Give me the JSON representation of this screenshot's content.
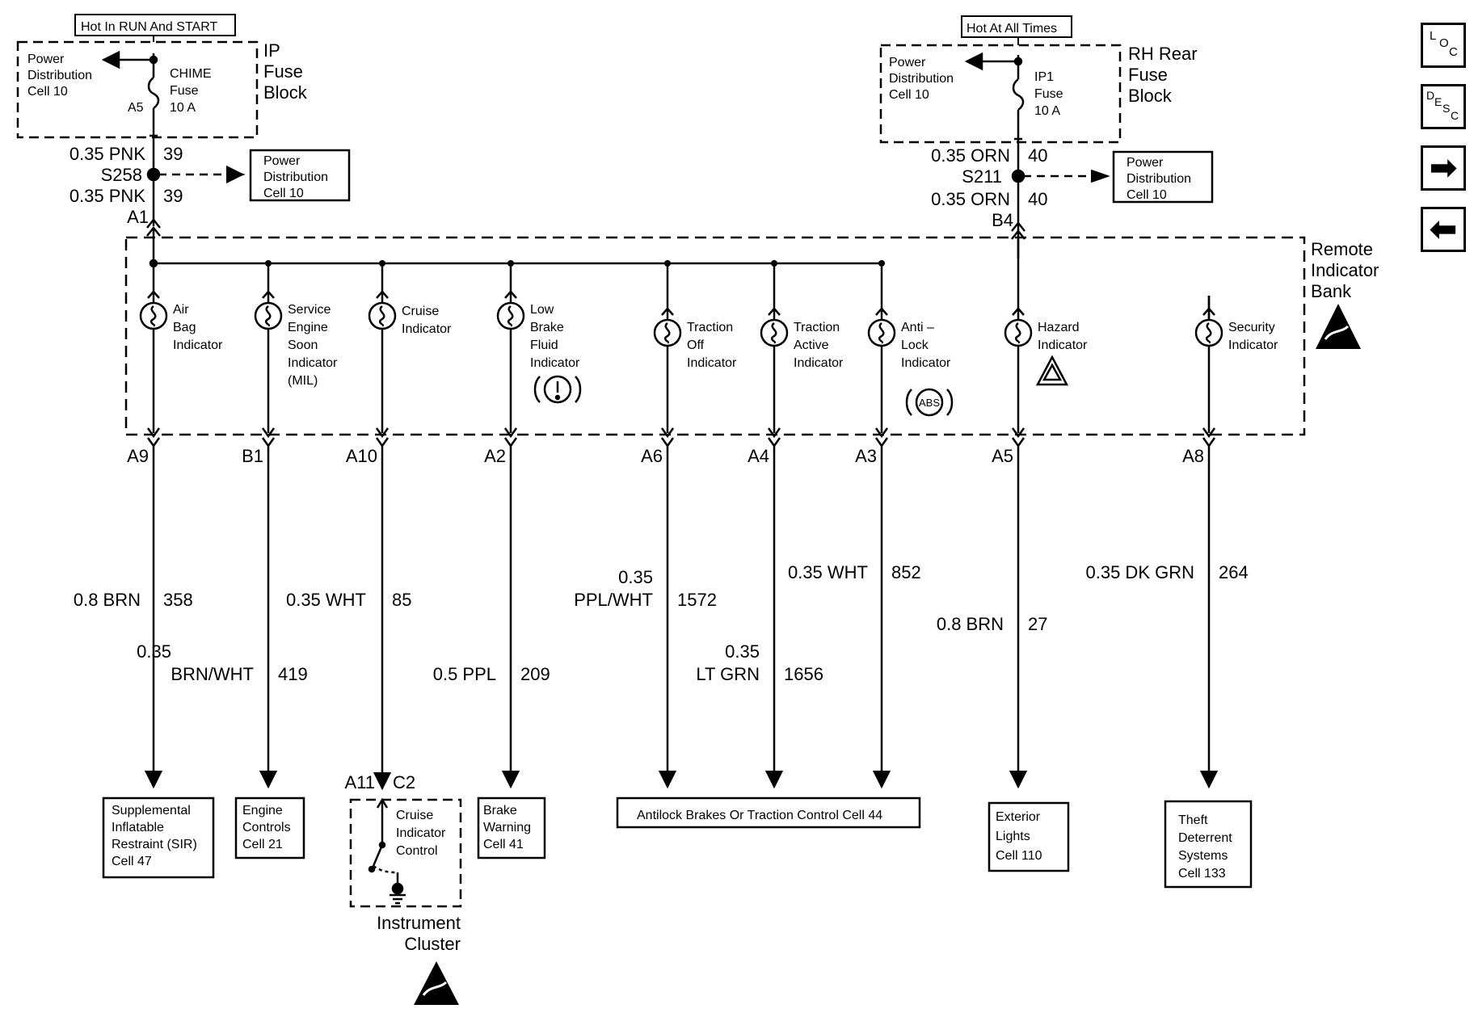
{
  "header_left": "Hot In RUN And START",
  "header_right": "Hot At All Times",
  "left_fuse_block": {
    "title_lines": [
      "IP",
      "Fuse",
      "Block"
    ],
    "pd_lines": [
      "Power",
      "Distribution",
      "Cell 10"
    ],
    "fuse_lines": [
      "CHIME",
      "Fuse",
      "10 A"
    ],
    "terminal": "A5"
  },
  "right_fuse_block": {
    "title_lines": [
      "RH Rear",
      "Fuse",
      "Block"
    ],
    "pd_lines": [
      "Power",
      "Distribution",
      "Cell 10"
    ],
    "fuse_lines": [
      "IP1",
      "Fuse",
      "10 A"
    ]
  },
  "left_feed": {
    "wire_top": "0.35 PNK",
    "circuit_top": "39",
    "splice": "S258",
    "wire_bottom": "0.35 PNK",
    "circuit_bottom": "39",
    "connector": "A1"
  },
  "right_feed": {
    "wire_top": "0.35 ORN",
    "circuit_top": "40",
    "splice": "S211",
    "wire_bottom": "0.35 ORN",
    "circuit_bottom": "40",
    "connector": "B4"
  },
  "pd_box_left": [
    "Power",
    "Distribution",
    "Cell 10"
  ],
  "pd_box_right": [
    "Power",
    "Distribution",
    "Cell 10"
  ],
  "remote_bank_lines": [
    "Remote",
    "Indicator",
    "Bank"
  ],
  "indicators": [
    {
      "label_lines": [
        "Air",
        "Bag",
        "Indicator"
      ],
      "pin": "A9",
      "wire": "0.8 BRN",
      "circuit": "358"
    },
    {
      "label_lines": [
        "Service",
        "Engine",
        "Soon",
        "Indicator",
        "(MIL)"
      ],
      "pin": "B1",
      "wire_lines": [
        "0.35",
        "BRN/WHT"
      ],
      "circuit": "419"
    },
    {
      "label_lines": [
        "Cruise",
        "Indicator"
      ],
      "pin": "A10",
      "wire": "0.35 WHT",
      "circuit": "85"
    },
    {
      "label_lines": [
        "Low",
        "Brake",
        "Fluid",
        "Indicator"
      ],
      "pin": "A2",
      "wire": "0.5 PPL",
      "circuit": "209"
    },
    {
      "label_lines": [
        "Traction",
        "Off",
        "Indicator"
      ],
      "pin": "A6",
      "wire_lines": [
        "0.35",
        "PPL/WHT"
      ],
      "circuit": "1572"
    },
    {
      "label_lines": [
        "Traction",
        "Active",
        "Indicator"
      ],
      "pin": "A4",
      "wire_lines": [
        "0.35",
        "LT GRN"
      ],
      "circuit": "1656"
    },
    {
      "label_lines": [
        "Anti –",
        "Lock",
        "Indicator"
      ],
      "pin": "A3",
      "wire": "0.35 WHT",
      "circuit": "852",
      "symbol": "ABS"
    },
    {
      "label_lines": [
        "Hazard",
        "Indicator"
      ],
      "pin": "A5",
      "wire": "0.8 BRN",
      "circuit": "27"
    },
    {
      "label_lines": [
        "Security",
        "Indicator"
      ],
      "pin": "A8",
      "wire": "0.35 DK GRN",
      "circuit": "264"
    }
  ],
  "destinations": {
    "sir": [
      "Supplemental",
      "Inflatable",
      "Restraint (SIR)",
      "Cell 47"
    ],
    "engine": [
      "Engine",
      "Controls",
      "Cell 21"
    ],
    "brake": [
      "Brake",
      "Warning",
      "Cell 41"
    ],
    "abs": "Antilock Brakes Or Traction Control Cell 44",
    "exterior": [
      "Exterior",
      "Lights",
      "Cell 110"
    ],
    "theft": [
      "Theft",
      "Deterrent",
      "Systems",
      "Cell 133"
    ]
  },
  "cluster": {
    "pin_left": "A11",
    "pin_right": "C2",
    "control_lines": [
      "Cruise",
      "Indicator",
      "Control"
    ],
    "name_lines": [
      "Instrument",
      "Cluster"
    ]
  },
  "nav": {
    "loc": [
      "L",
      "O",
      "C"
    ],
    "desc": [
      "D",
      "E",
      "S",
      "C"
    ],
    "forward_glyph": "➡",
    "back_glyph": "⬅"
  }
}
